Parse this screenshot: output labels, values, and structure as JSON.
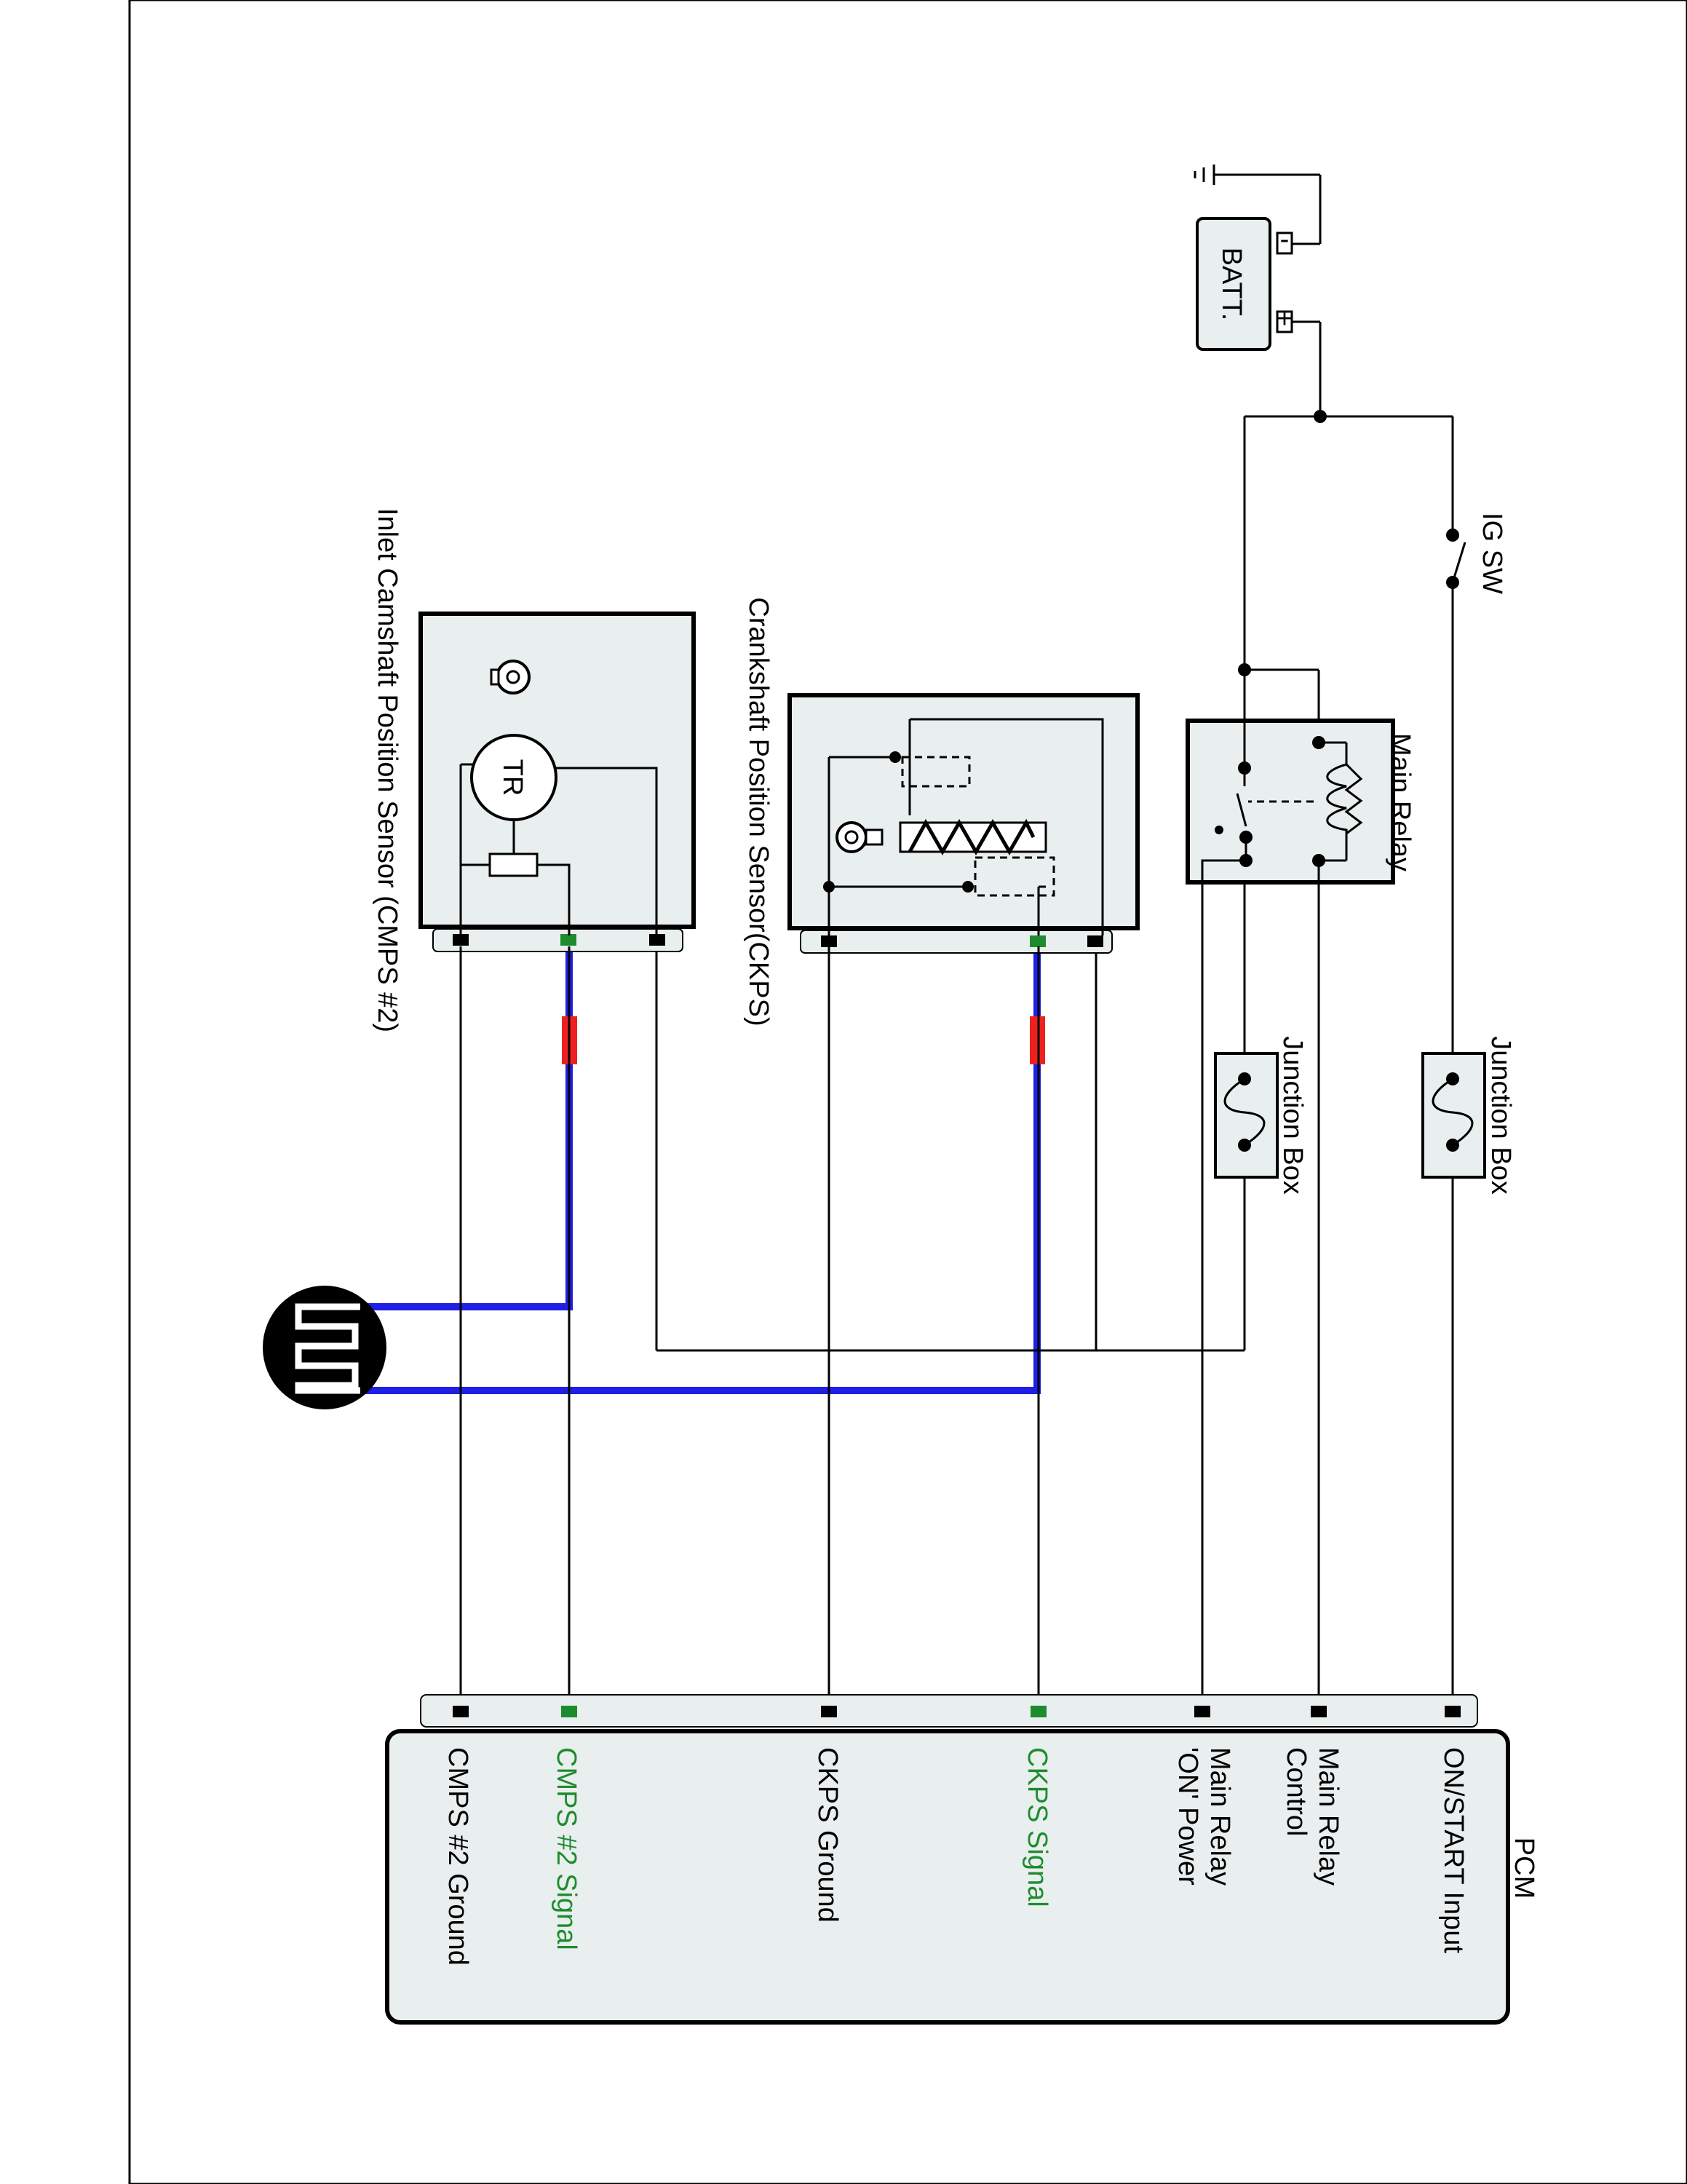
{
  "diagram": {
    "battery_label": "BATT.",
    "battery_minus": "-",
    "battery_plus": "+",
    "ig_switch_label": "IG SW",
    "main_relay_label": "Main Relay",
    "junction_box_1_label": "Junction Box",
    "junction_box_2_label": "Junction Box",
    "ckps_label": "Crankshaft Position Sensor(CKPS)",
    "cmps_label": "Inlet Camshaft Position Sensor (CMPS #2)",
    "tr_label": "TR",
    "pcm_label": "PCM",
    "pcm_pins": [
      {
        "label": "ON/START Input",
        "color": "#000000"
      },
      {
        "label": "Main Relay\nControl",
        "color": "#000000"
      },
      {
        "label": "Main Relay\n'ON' Power",
        "color": "#000000"
      },
      {
        "label": "CKPS Signal",
        "color": "#1e8c2e"
      },
      {
        "label": "CKPS Ground",
        "color": "#000000"
      },
      {
        "label": "CMPS #2 Signal",
        "color": "#1e8c2e"
      },
      {
        "label": "CMPS #2 Ground",
        "color": "#000000"
      }
    ],
    "colors": {
      "shield_wire": "#1f1fe6",
      "signal_pin": "#1e8c2e",
      "connector_marker": "#ef2020",
      "component_fill": "#e9eeee"
    }
  }
}
